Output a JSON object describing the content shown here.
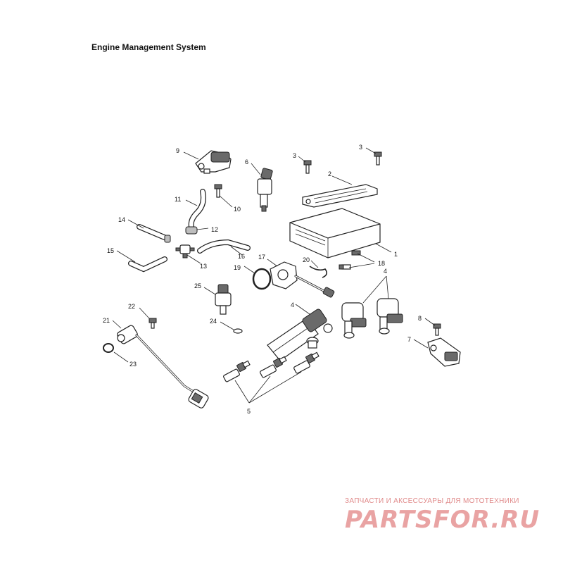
{
  "diagram": {
    "title": "Engine Management System",
    "callouts": [
      {
        "id": "c1",
        "label": "1"
      },
      {
        "id": "c2",
        "label": "2"
      },
      {
        "id": "c3a",
        "label": "3"
      },
      {
        "id": "c3b",
        "label": "3"
      },
      {
        "id": "c4a",
        "label": "4"
      },
      {
        "id": "c4b",
        "label": "4"
      },
      {
        "id": "c5",
        "label": "5"
      },
      {
        "id": "c6",
        "label": "6"
      },
      {
        "id": "c7",
        "label": "7"
      },
      {
        "id": "c8",
        "label": "8"
      },
      {
        "id": "c9",
        "label": "9"
      },
      {
        "id": "c10",
        "label": "10"
      },
      {
        "id": "c11",
        "label": "11"
      },
      {
        "id": "c12",
        "label": "12"
      },
      {
        "id": "c13",
        "label": "13"
      },
      {
        "id": "c14",
        "label": "14"
      },
      {
        "id": "c15",
        "label": "15"
      },
      {
        "id": "c16",
        "label": "16"
      },
      {
        "id": "c17",
        "label": "17"
      },
      {
        "id": "c18",
        "label": "18"
      },
      {
        "id": "c19",
        "label": "19"
      },
      {
        "id": "c20",
        "label": "20"
      },
      {
        "id": "c21",
        "label": "21"
      },
      {
        "id": "c22",
        "label": "22"
      },
      {
        "id": "c23",
        "label": "23"
      },
      {
        "id": "c24",
        "label": "24"
      },
      {
        "id": "c25",
        "label": "25"
      }
    ]
  },
  "watermark": {
    "caption": "ЗАПЧАСТИ И АКСЕССУАРЫ ДЛЯ МОТОТЕХНИКИ",
    "logo": "PARTSFOR.RU",
    "color": "#e9a3a3"
  }
}
